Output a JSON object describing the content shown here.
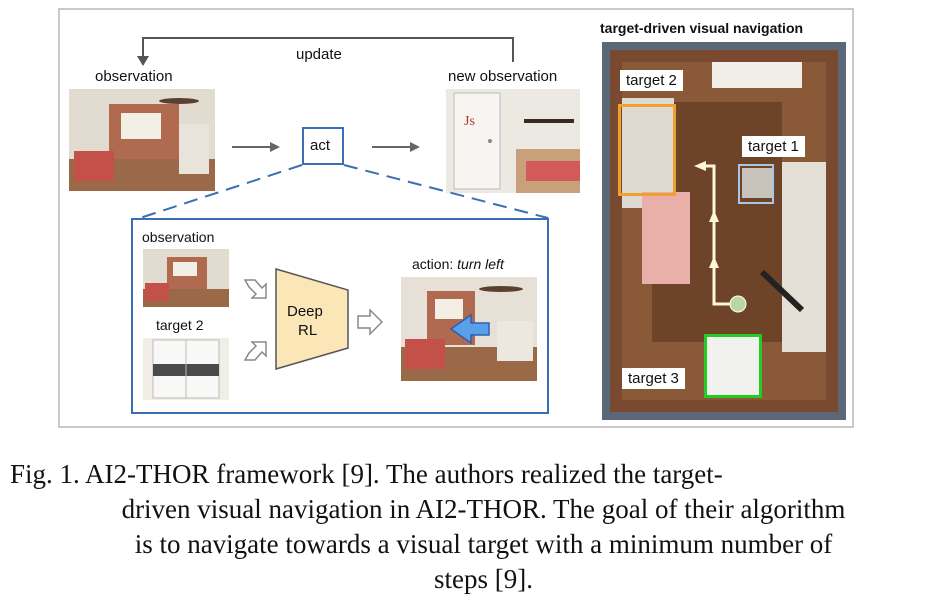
{
  "figure": {
    "update_label": "update",
    "observation_label": "observation",
    "new_observation_label": "new observation",
    "act_label": "act",
    "inner": {
      "observation_label": "observation",
      "target_label": "target 2",
      "network_label_line1": "Deep",
      "network_label_line2": "RL",
      "action_prefix": "action: ",
      "action_value": "turn left"
    },
    "map": {
      "title": "target-driven visual navigation",
      "target1": "target 1",
      "target2": "target 2",
      "target3": "target 3",
      "colors": {
        "target1": "#a9c6e8",
        "target2": "#f0a030",
        "target3": "#22cc22",
        "accent_blue": "#3a6fb8"
      }
    }
  },
  "caption": {
    "line1": "Fig. 1.    AI2-THOR framework [9]. The authors realized the target-",
    "line2": "driven visual navigation in AI2-THOR. The goal of their algorithm",
    "line3": "is to navigate towards a visual target with a minimum number of",
    "line4": "steps [9]."
  }
}
